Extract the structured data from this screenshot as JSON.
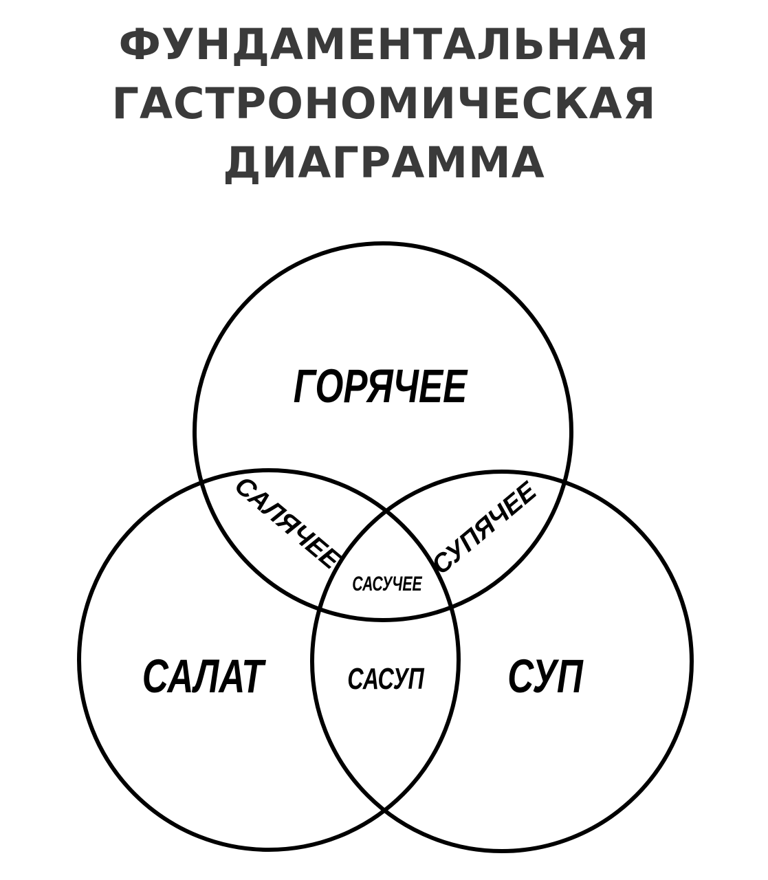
{
  "title": {
    "lines": [
      "ФУНДАМЕНТАЛЬНАЯ",
      "ГАСТРОНОМИЧЕСКАЯ",
      "ДИАГРАММА"
    ]
  },
  "diagram": {
    "sets": {
      "top": "ГОРЯЧЕЕ",
      "left": "САЛАТ",
      "right": "СУП"
    },
    "intersections": {
      "top_left": "САЛЯЧЕЕ",
      "top_right": "СУПЯЧЕЕ",
      "left_right": "САСУП",
      "center": "САСУЧЕЕ"
    }
  }
}
